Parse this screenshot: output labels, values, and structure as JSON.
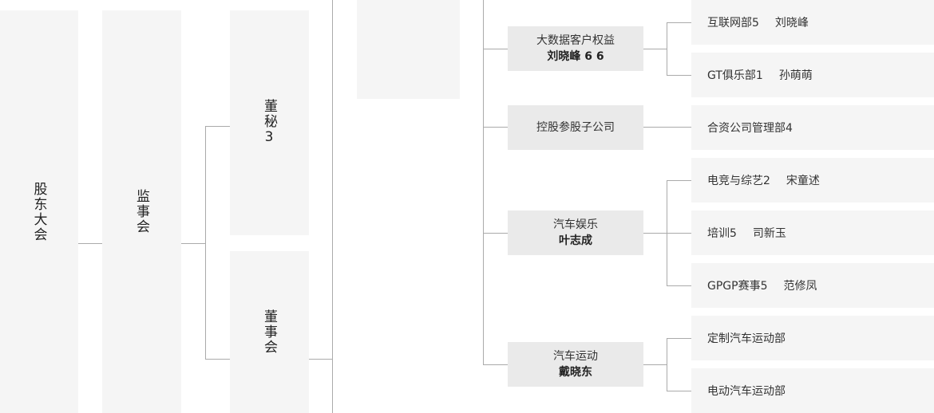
{
  "columns": {
    "shareholders": "股东大会",
    "supervisors": "监事会",
    "secretary": "董秘3",
    "board": "董事会"
  },
  "mid_boxes": [
    {
      "unit": "大数据客户权益",
      "person": "刘晓峰 6 6"
    },
    {
      "unit": "控股参股子公司",
      "person": ""
    },
    {
      "unit": "汽车娱乐",
      "person": "叶志成"
    },
    {
      "unit": "汽车运动",
      "person": "戴晓东"
    }
  ],
  "leaves": [
    {
      "dept": "互联网部5",
      "person": "刘晓峰"
    },
    {
      "dept": "GT俱乐部1",
      "person": "孙萌萌"
    },
    {
      "dept": "合资公司管理部4",
      "person": ""
    },
    {
      "dept": "电竞与综艺2",
      "person": "宋童述"
    },
    {
      "dept": "培训5",
      "person": "司新玉"
    },
    {
      "dept": "GPGP赛事5",
      "person": "范修凤"
    },
    {
      "dept": "定制汽车运动部",
      "person": ""
    },
    {
      "dept": "电动汽车运动部",
      "person": ""
    }
  ],
  "colors": {
    "panel": "#f5f5f5",
    "box": "#eaeaea",
    "line": "#aaaaaa"
  }
}
